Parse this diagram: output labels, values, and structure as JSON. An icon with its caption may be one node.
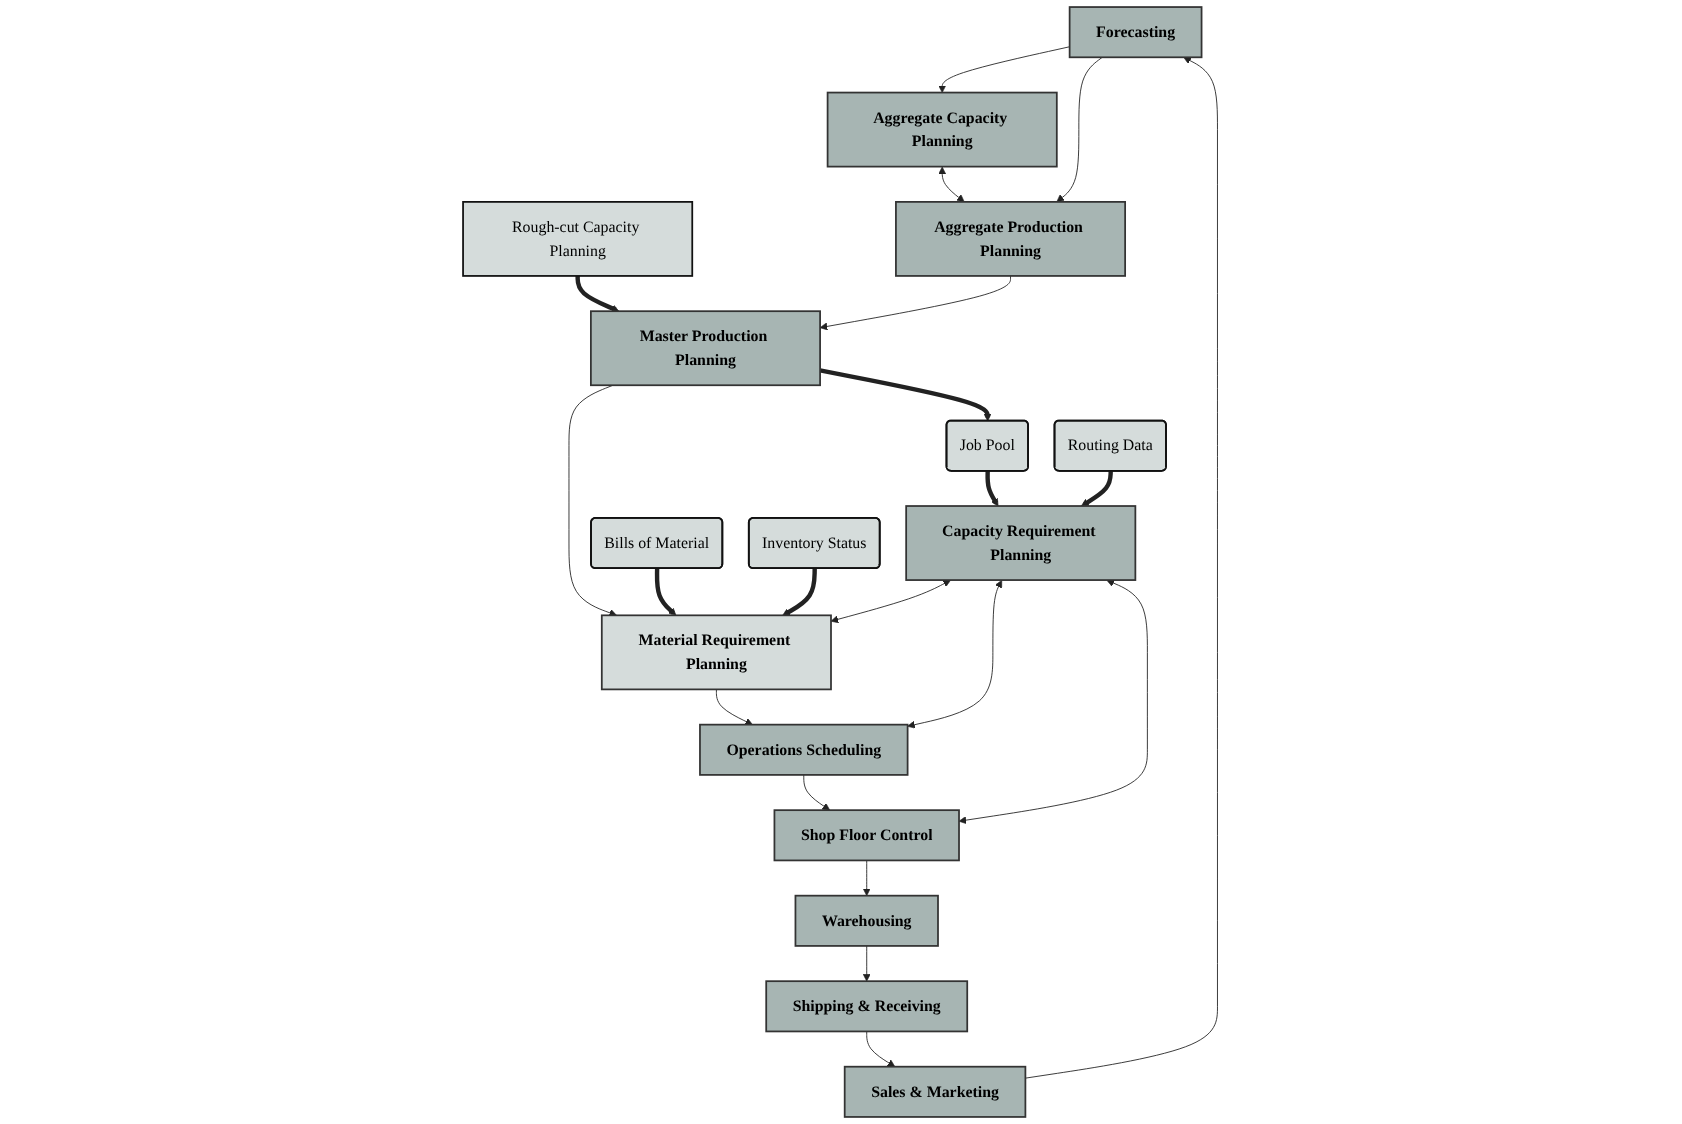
{
  "diagram": {
    "nodes": [
      {
        "text": [
          "Forecasting"
        ]
      },
      {
        "text": [
          "Aggregate Capacity Planning"
        ]
      },
      {
        "text": [
          "Aggregate Production Planning"
        ]
      },
      {
        "text": [
          "Sales & Marketing"
        ]
      },
      {
        "text": [
          "Rough-cut Capacity Planning"
        ]
      },
      {
        "text": [
          "Master Production Planning"
        ]
      },
      {
        "text": [
          "Job Pool"
        ]
      },
      {
        "text": [
          "Material Requirement Planning"
        ]
      },
      {
        "text": [
          "Bills of Material"
        ]
      },
      {
        "text": [
          "Inventory Status"
        ]
      },
      {
        "text": [
          "Capacity Requirement Planning"
        ]
      },
      {
        "text": [
          "Operations Scheduling"
        ]
      },
      {
        "text": [
          "Shipping & Receiving"
        ]
      },
      {
        "text": [
          "Routing Data"
        ]
      },
      {
        "text": [
          "Shop Floor Control"
        ]
      },
      {
        "text": [
          "Warehousing"
        ]
      }
    ],
    "edges": [
      {
        "from": 0,
        "to": 1,
        "arrow": "to"
      },
      {
        "from": 1,
        "to": 2,
        "arrow": "both"
      },
      {
        "from": 0,
        "to": 2,
        "arrow": "to"
      },
      {
        "from": 3,
        "to": 0,
        "arrow": "to"
      },
      {
        "from": 4,
        "to": 5,
        "arrow": "to",
        "style": "thick"
      },
      {
        "from": 2,
        "to": 5,
        "arrow": "to"
      },
      {
        "from": 5,
        "to": 6,
        "arrow": "to",
        "style": "thick"
      },
      {
        "from": 5,
        "to": 7,
        "arrow": "to"
      },
      {
        "from": 8,
        "to": 7,
        "arrow": "to",
        "style": "thick"
      },
      {
        "from": 9,
        "to": 7,
        "arrow": "to",
        "style": "thick"
      },
      {
        "from": 6,
        "to": 10,
        "arrow": "to",
        "style": "thick"
      },
      {
        "from": 10,
        "to": 7,
        "arrow": "both"
      },
      {
        "from": 7,
        "to": 11,
        "arrow": "to"
      },
      {
        "from": 10,
        "to": 11,
        "arrow": "both"
      },
      {
        "from": 13,
        "to": 10,
        "arrow": "to",
        "style": "thick"
      },
      {
        "from": 11,
        "to": 14,
        "arrow": "to"
      },
      {
        "from": 10,
        "to": 14,
        "arrow": "both"
      },
      {
        "from": 14,
        "to": 15,
        "arrow": "to"
      },
      {
        "from": 15,
        "to": 12,
        "arrow": "to"
      },
      {
        "from": 12,
        "to": 3,
        "arrow": "to"
      }
    ]
  }
}
